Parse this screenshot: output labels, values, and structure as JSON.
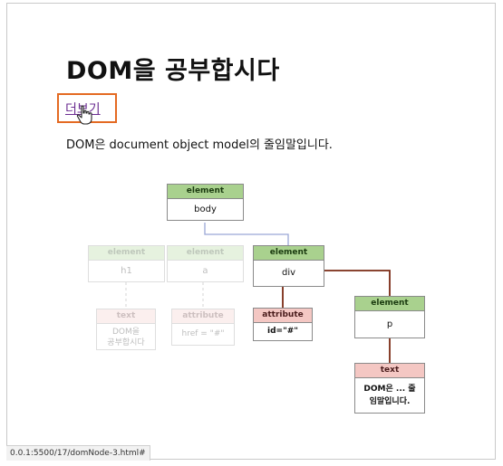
{
  "page": {
    "title": "DOM을 공부합시다",
    "more_link": "더보기",
    "description": "DOM은 document object model의 줄임말입니다."
  },
  "tree": {
    "body": {
      "header": "element",
      "value": "body"
    },
    "h1": {
      "header": "element",
      "value": "h1"
    },
    "a": {
      "header": "element",
      "value": "a"
    },
    "div": {
      "header": "element",
      "value": "div"
    },
    "p": {
      "header": "element",
      "value": "p"
    },
    "h1_text": {
      "header": "text",
      "value": "DOM을\n공부합시다"
    },
    "a_attr": {
      "header": "attribute",
      "value": "href = \"#\""
    },
    "div_attr": {
      "header": "attribute",
      "value": "id=\"#\""
    },
    "p_text": {
      "header": "text",
      "value": "DOM은 ... 줄\n임말입니다."
    }
  },
  "status_bar": {
    "url": "0.0.1:5500/17/domNode-3.html#"
  },
  "colors": {
    "element_header": "#a9d18e",
    "text_attr_header": "#f4c7c3",
    "highlight_box": "#e46a22",
    "active_path": "#7a2a14"
  },
  "icons": {
    "cursor": "hand-pointer-icon"
  }
}
